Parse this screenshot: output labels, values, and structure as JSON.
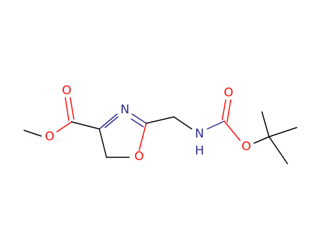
{
  "molecule": {
    "atoms": {
      "ester_carbonyl_o": "O",
      "ester_ether_o": "O",
      "ring_n": "N",
      "ring_o": "O",
      "amide_n": "N",
      "amide_h": "H",
      "boc_carbonyl_o": "O",
      "boc_ether_o": "O"
    },
    "colors": {
      "bond": "#000000",
      "oxygen": "#ff0d0d",
      "nitrogen": "#2d2d8f"
    }
  }
}
